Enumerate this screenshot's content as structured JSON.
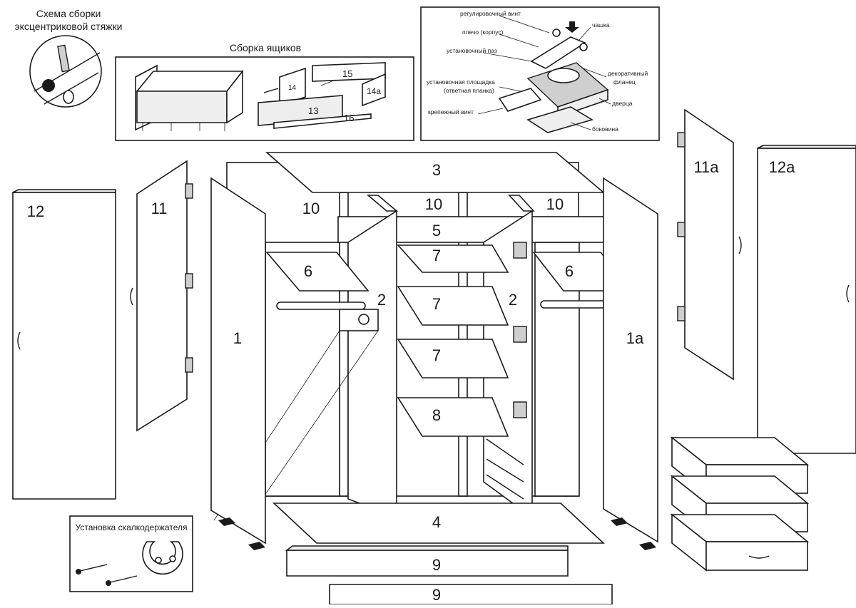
{
  "captions": {
    "cam_title_line1": "Схема сборки",
    "cam_title_line2": "эксцентриковой стяжки",
    "drawer_assembly": "Сборка ящиков",
    "rail_holder": "Установка скалкодержателя"
  },
  "hinge_labels": {
    "adjust_screw": "регулировочный винт",
    "arm": "плечо (корпус)",
    "mount_slot": "установочный паз",
    "mount_plate_1": "установочная площадка",
    "mount_plate_2": "(ответная планка)",
    "fix_screw": "крепежный винт",
    "cup": "чашка",
    "flange_1": "декоративный",
    "flange_2": "фланец",
    "door": "дверца",
    "side": "боковина"
  },
  "drawer_parts": {
    "p13": "13",
    "p14": "14",
    "p14a": "14a",
    "p15": "15",
    "p16": "16"
  },
  "parts": {
    "p1": "1",
    "p1a": "1a",
    "p2_left": "2",
    "p2_right": "2",
    "p3": "3",
    "p4": "4",
    "p5": "5",
    "p6_left": "6",
    "p6_right": "6",
    "p7_top": "7",
    "p7_mid": "7",
    "p7_low": "7",
    "p8": "8",
    "p9_top": "9",
    "p9_bottom": "9",
    "p10_left": "10",
    "p10_mid": "10",
    "p10_right": "10",
    "p11": "11",
    "p11a": "11a",
    "p12": "12",
    "p12a": "12a"
  }
}
